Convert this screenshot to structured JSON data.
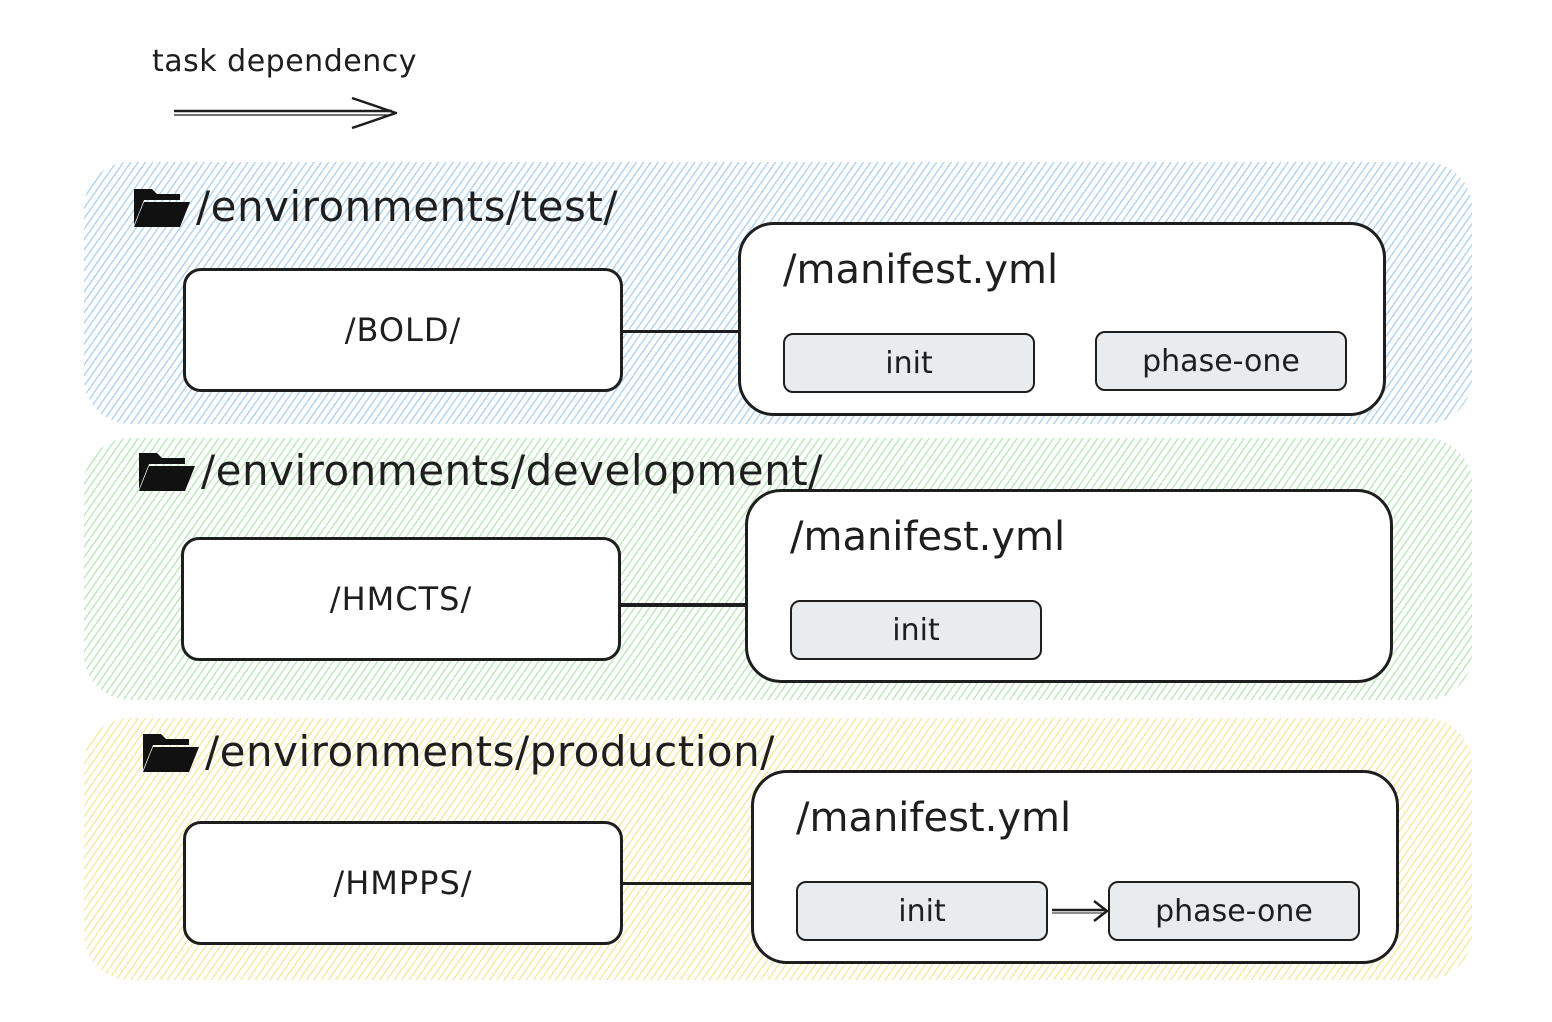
{
  "legend": {
    "label": "task dependency"
  },
  "environments": [
    {
      "path": "/environments/test/",
      "icon": "folder-icon",
      "band_color": "#a5d8ff",
      "org": "/BOLD/",
      "manifest": {
        "title": "/manifest.yml",
        "tasks": [
          "init",
          "phase-one"
        ],
        "dependencies": []
      }
    },
    {
      "path": "/environments/development/",
      "icon": "folder-icon",
      "band_color": "#b2f2bb",
      "org": "/HMCTS/",
      "manifest": {
        "title": "/manifest.yml",
        "tasks": [
          "init"
        ],
        "dependencies": []
      }
    },
    {
      "path": "/environments/production/",
      "icon": "folder-icon",
      "band_color": "#ffec99",
      "org": "/HMPPS/",
      "manifest": {
        "title": "/manifest.yml",
        "tasks": [
          "init",
          "phase-one"
        ],
        "dependencies": [
          [
            "init",
            "phase-one"
          ]
        ]
      }
    }
  ],
  "colors": {
    "stroke": "#1e1e1e",
    "task_fill": "#e9ecef",
    "background": "#ffffff"
  }
}
